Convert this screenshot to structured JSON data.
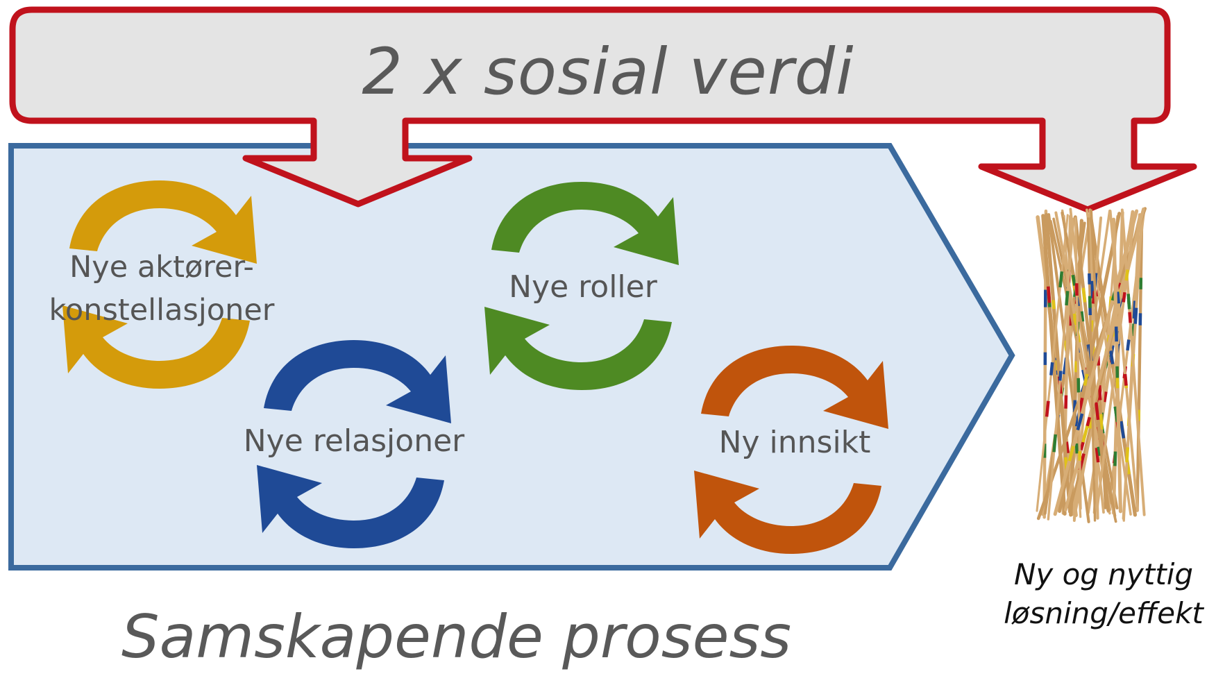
{
  "banner": {
    "text": "2 x sosial verdi"
  },
  "process": {
    "label": "Samskapende prosess"
  },
  "cycles": [
    {
      "label": "Nye aktører-\nkonstellasjoner",
      "color": "#D49B0B",
      "icon": "cycle-arrows-icon"
    },
    {
      "label": "Nye relasjoner",
      "color": "#1F4A96",
      "icon": "cycle-arrows-icon"
    },
    {
      "label": "Nye roller",
      "color": "#4E8A23",
      "icon": "cycle-arrows-icon"
    },
    {
      "label": "Ny innsikt",
      "color": "#C0540C",
      "icon": "cycle-arrows-icon"
    }
  ],
  "result": {
    "line1": "Ny og nyttig",
    "line2": "løsning/effekt",
    "icon": "mikado-sticks-icon"
  },
  "colors": {
    "banner_border": "#C0121C",
    "banner_fill": "#E4E4E4",
    "process_border": "#3B6A9E",
    "process_fill": "#DDE8F4"
  }
}
